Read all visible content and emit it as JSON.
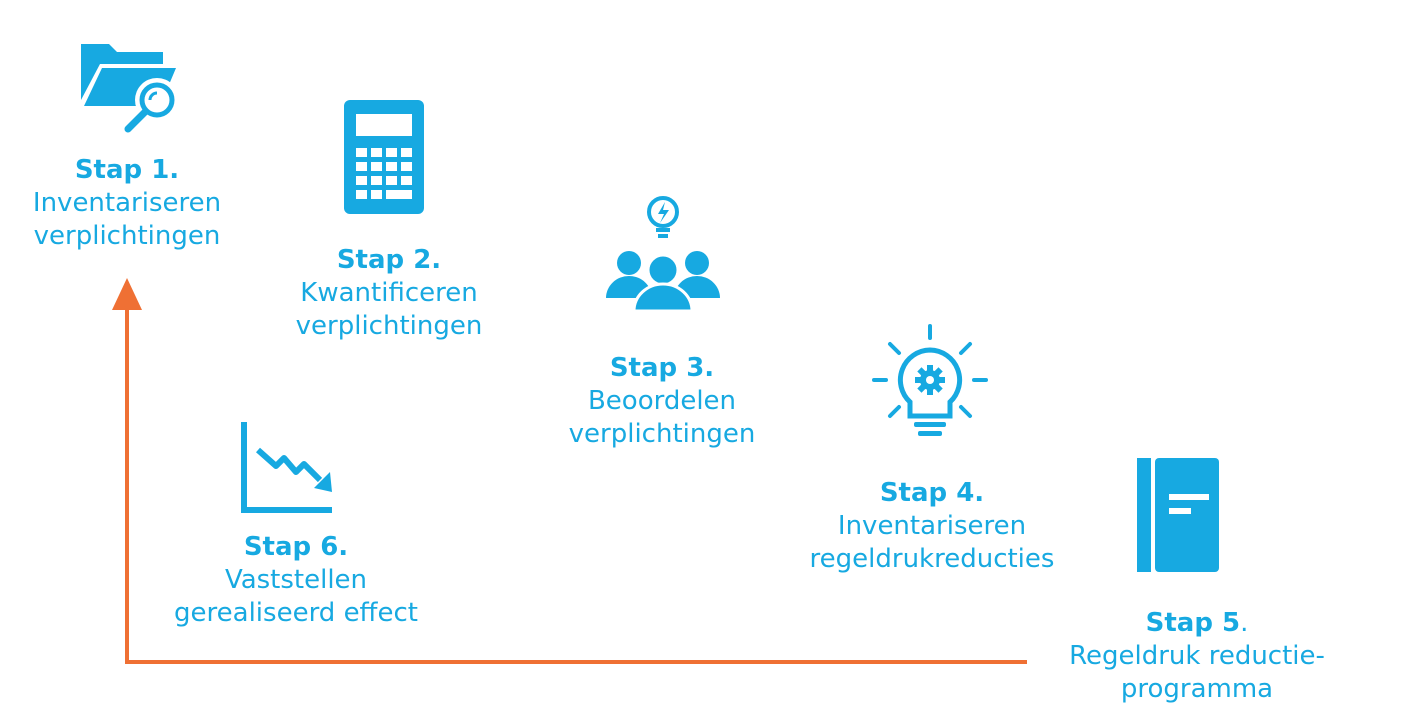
{
  "colors": {
    "accent": "#17a9e1",
    "arrow": "#ef7034"
  },
  "steps": [
    {
      "title": "Stap 1.",
      "lines": [
        "Inventariseren",
        "verplichtingen"
      ],
      "icon": "folder-search-icon"
    },
    {
      "title": "Stap 2.",
      "lines": [
        "Kwantificeren",
        "verplichtingen"
      ],
      "icon": "calculator-icon"
    },
    {
      "title": "Stap 3.",
      "lines": [
        "Beoordelen",
        "verplichtingen"
      ],
      "icon": "team-idea-icon"
    },
    {
      "title": "Stap 4.",
      "lines": [
        "Inventariseren",
        "regeldrukreducties"
      ],
      "icon": "lightbulb-gear-icon"
    },
    {
      "title": "Stap 5",
      "title_suffix": ".",
      "lines": [
        "Regeldruk reductie-",
        "programma"
      ],
      "icon": "book-icon"
    },
    {
      "title": "Stap 6.",
      "lines": [
        "Vaststellen",
        "gerealiseerd effect"
      ],
      "icon": "declining-chart-icon"
    }
  ]
}
